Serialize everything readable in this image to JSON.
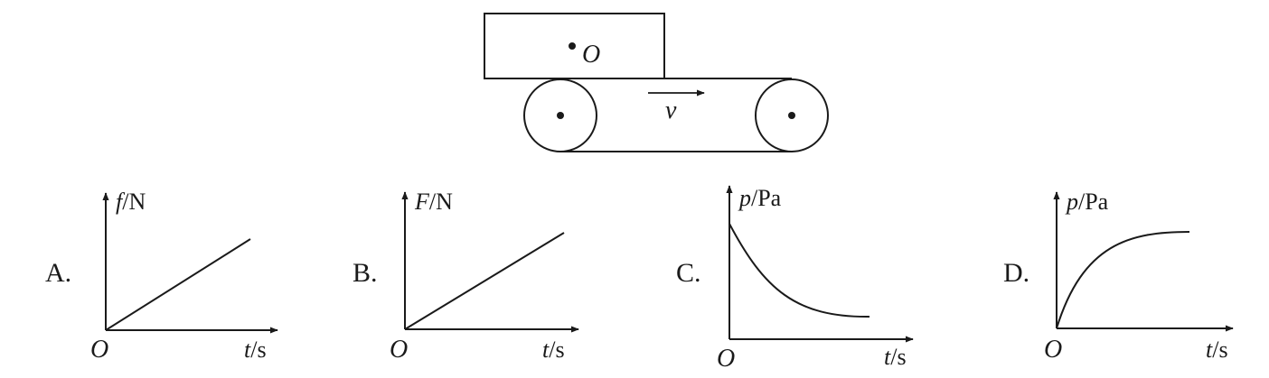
{
  "figure": {
    "block_label": "O",
    "velocity_label": "v"
  },
  "options": [
    {
      "letter": "A.",
      "y_var": "f",
      "y_unit": "/N",
      "x_var": "t",
      "x_unit": "/s",
      "origin": "O",
      "curve": "linear"
    },
    {
      "letter": "B.",
      "y_var": "F",
      "y_unit": "/N",
      "x_var": "t",
      "x_unit": "/s",
      "origin": "O",
      "curve": "linear"
    },
    {
      "letter": "C.",
      "y_var": "p",
      "y_unit": "/Pa",
      "x_var": "t",
      "x_unit": "/s",
      "origin": "O",
      "curve": "decreasing-exponential"
    },
    {
      "letter": "D.",
      "y_var": "p",
      "y_unit": "/Pa",
      "x_var": "t",
      "x_unit": "/s",
      "origin": "O",
      "curve": "increasing-saturating"
    }
  ]
}
